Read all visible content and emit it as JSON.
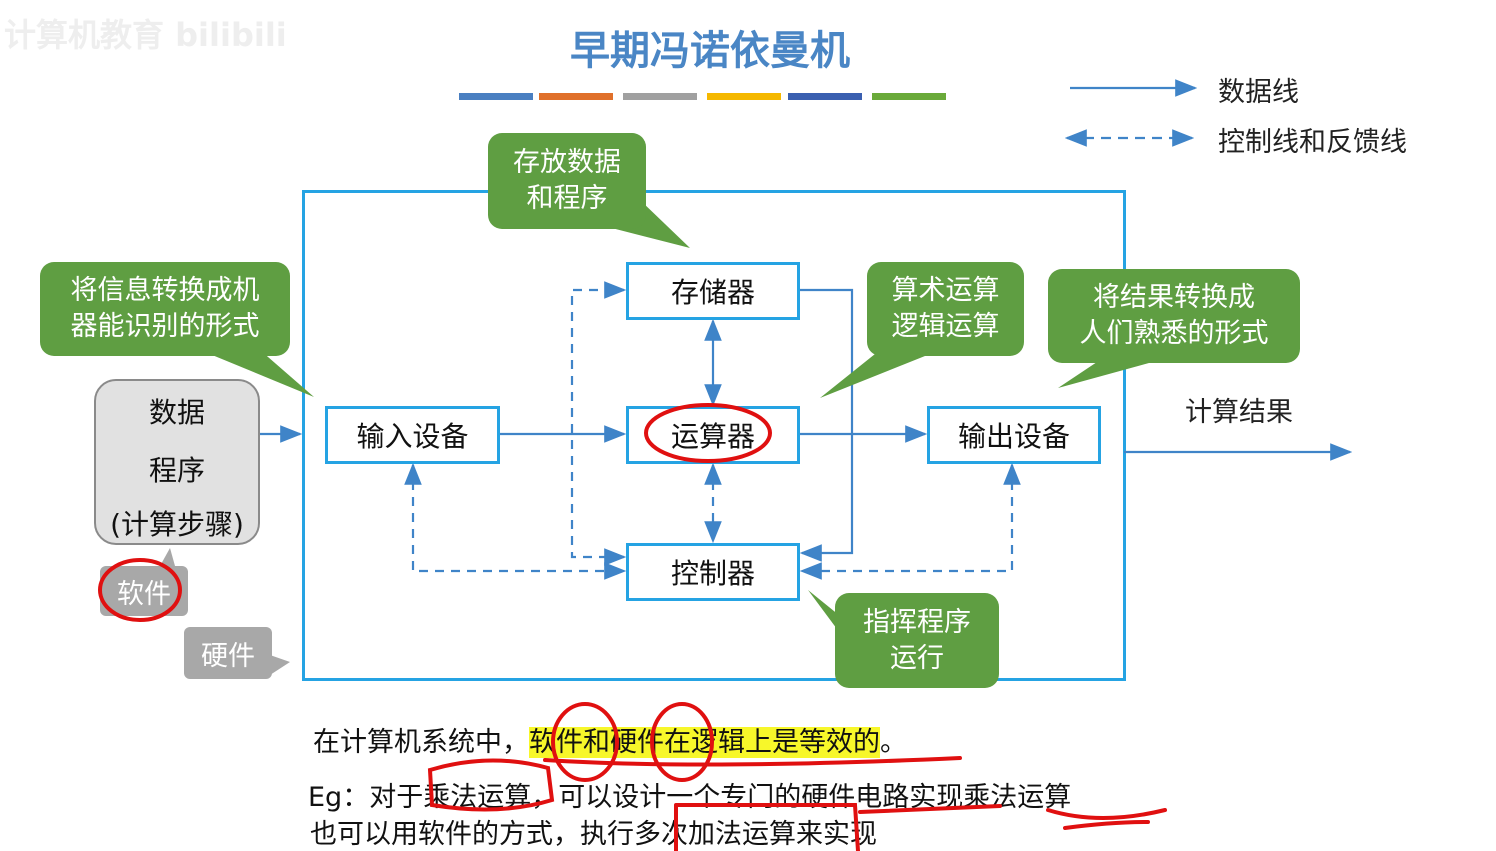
{
  "watermark": "计算机教育 bilibili",
  "title": "早期冯诺依曼机",
  "color_bars": [
    "#4a7fc1",
    "#e0702a",
    "#a0a0a0",
    "#f5b800",
    "#3a5fb0",
    "#6aaa3a"
  ],
  "legend": {
    "data_line": "数据线",
    "control_line": "控制线和反馈线"
  },
  "callouts": {
    "memory": "存放数据\n和程序",
    "input": "将信息转换成机\n器能识别的形式",
    "alu": "算术运算\n逻辑运算",
    "output": "将结果转换成\n人们熟悉的形式",
    "control": "指挥程序\n运行"
  },
  "program_box": {
    "line1": "数据",
    "line2": "程序",
    "line3": "(计算步骤)"
  },
  "software_label": "软件",
  "hardware_label": "硬件",
  "units": {
    "input": "输入设备",
    "memory": "存储器",
    "alu": "运算器",
    "control": "控制器",
    "output": "输出设备"
  },
  "result_label": "计算结果",
  "bottom": {
    "line1_pre": "在计算机系统中，",
    "line1_hl1": "软件",
    "line1_hl2": "和",
    "line1_hl3": "硬件",
    "line1_hl4": "在逻辑上是等效的",
    "line1_post": "。",
    "line2": "Eg：对于乘法运算，可以设计一个专门的硬件电路实现乘法运算",
    "line3": "也可以用软件的方式，执行多次加法运算来实现"
  },
  "colors": {
    "accent_blue": "#25a3e3",
    "callout_green": "#5f9e42",
    "annotation_red": "#e01010",
    "highlight": "#f7f72a"
  }
}
